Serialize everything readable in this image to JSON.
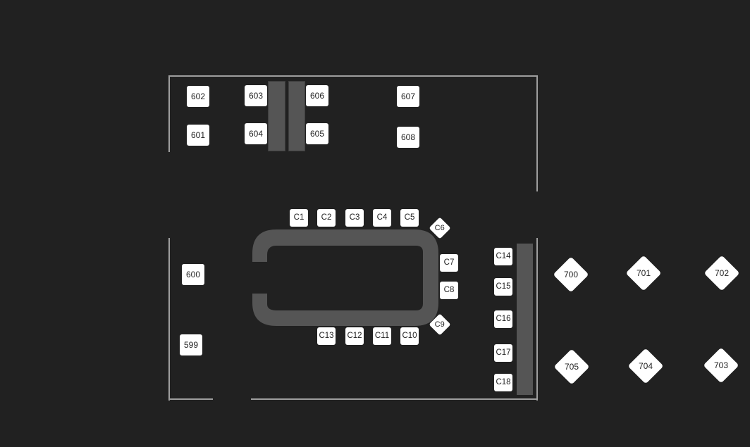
{
  "colors": {
    "background": "#212121",
    "wall": "#9e9e9e",
    "fixture": "#555555",
    "seat": "#ffffff",
    "seat_text": "#222222"
  },
  "seats": {
    "s602": "602",
    "s601": "601",
    "s603": "603",
    "s604": "604",
    "s606": "606",
    "s605": "605",
    "s607": "607",
    "s608": "608",
    "s600": "600",
    "s599": "599",
    "c1": "C1",
    "c2": "C2",
    "c3": "C3",
    "c4": "C4",
    "c5": "C5",
    "c6": "C6",
    "c7": "C7",
    "c8": "C8",
    "c9": "C9",
    "c10": "C10",
    "c11": "C11",
    "c12": "C12",
    "c13": "C13",
    "c14": "C14",
    "c15": "C15",
    "c16": "C16",
    "c17": "C17",
    "c18": "C18",
    "t700": "700",
    "t701": "701",
    "t702": "702",
    "t703": "703",
    "t704": "704",
    "t705": "705"
  }
}
